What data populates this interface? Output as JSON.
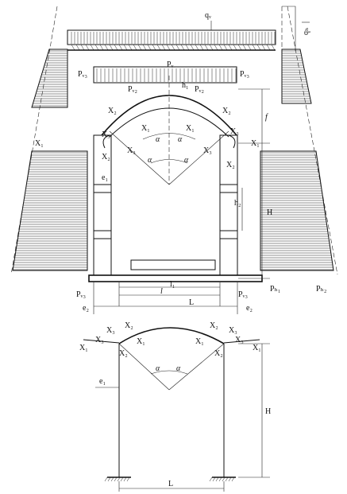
{
  "labels": {
    "qv": "qᵥ",
    "qh_vert": "qₕ",
    "pv": "Pᵥ",
    "pv3_left": "Pᵥ₃",
    "pv3_right": "Pᵥ₃",
    "pv2_left": "Pᵥ₂",
    "pv2_right": "Pᵥ₂",
    "h1": "h₁",
    "f": "f",
    "H_upper": "H",
    "h2": "h₂",
    "x1": "X₁",
    "x2": "X₂",
    "x3": "X₃",
    "alpha": "α",
    "e1": "e₁",
    "e2": "e₂",
    "l1": "l₁",
    "l": "l",
    "L": "L",
    "ph1": "Pₕ₁",
    "ph2": "Pₕ₂",
    "H_lower": "H"
  }
}
